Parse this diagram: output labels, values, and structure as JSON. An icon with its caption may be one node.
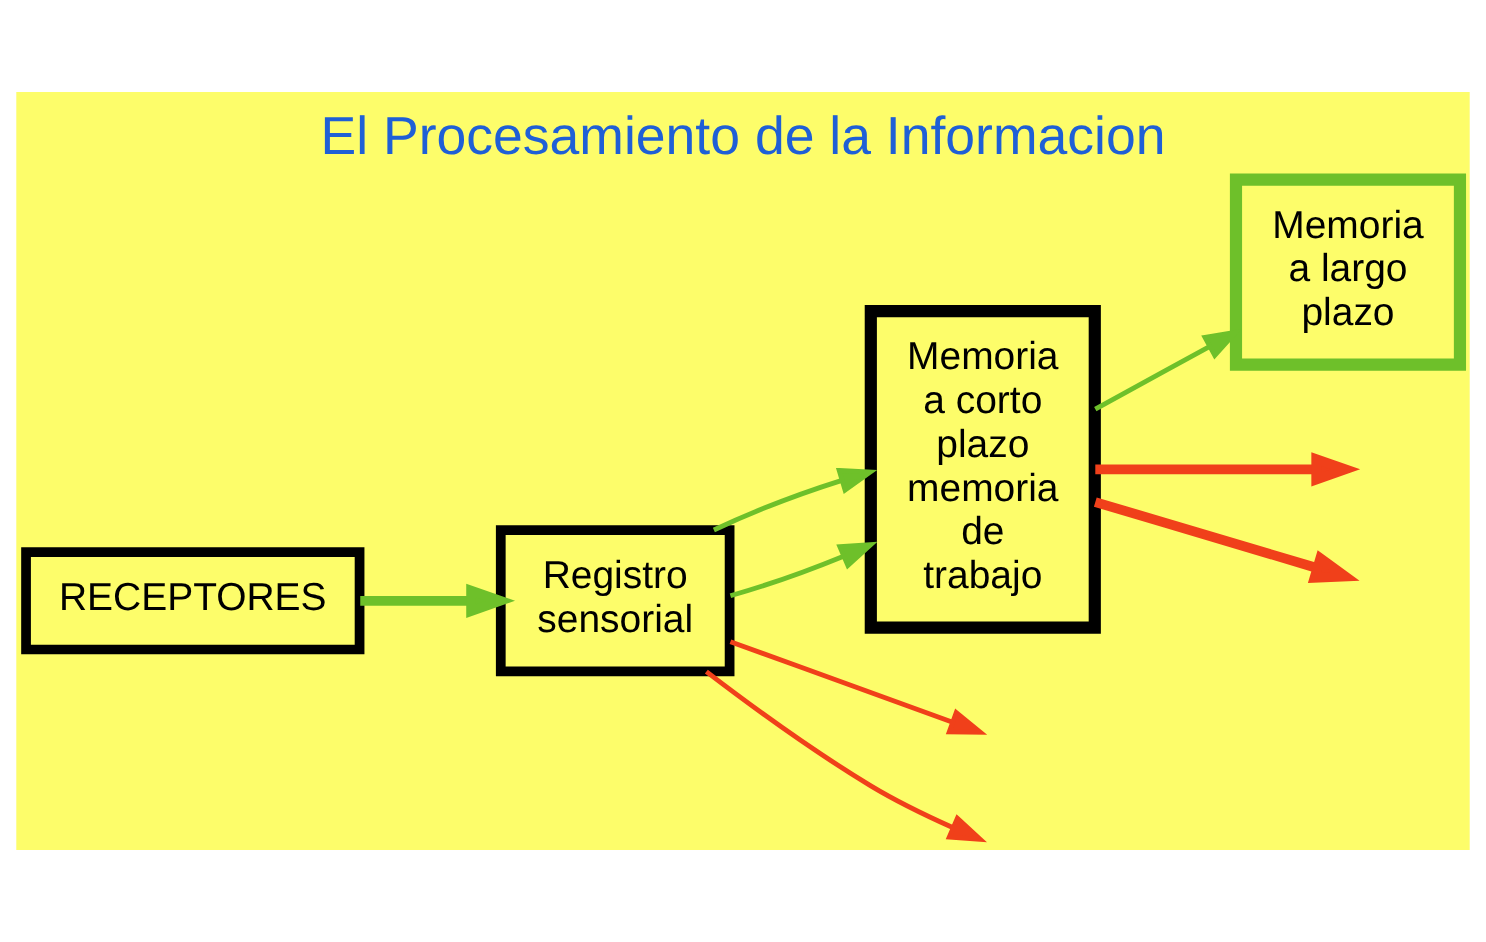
{
  "diagram": {
    "title": "El Procesamiento de la Informacion",
    "nodes": [
      {
        "text": [
          "RECEPTORES"
        ]
      },
      {
        "text": [
          "Registro sensorial"
        ]
      },
      {
        "text": [
          "Memoria a corto plazo memoria de trabajo"
        ]
      },
      {
        "text": [
          "Memoria a largo plazo"
        ]
      }
    ],
    "edges": [
      {
        "from": 0,
        "to": 1,
        "arrow": "to",
        "style": "thick"
      },
      {
        "from": 1,
        "to": 2,
        "arrow": "to"
      },
      {
        "from": 1,
        "to": 2,
        "arrow": "to"
      },
      {
        "from": 1,
        "to": null,
        "arrow": "to",
        "color": "#f0401a"
      },
      {
        "from": 1,
        "to": null,
        "arrow": "to",
        "color": "#f0401a"
      },
      {
        "from": 2,
        "to": null,
        "arrow": "to",
        "style": "thick",
        "color": "#f0401a"
      },
      {
        "from": 2,
        "to": null,
        "arrow": "to",
        "style": "thick",
        "color": "#f0401a"
      },
      {
        "from": 2,
        "to": 3,
        "arrow": "to"
      }
    ]
  }
}
